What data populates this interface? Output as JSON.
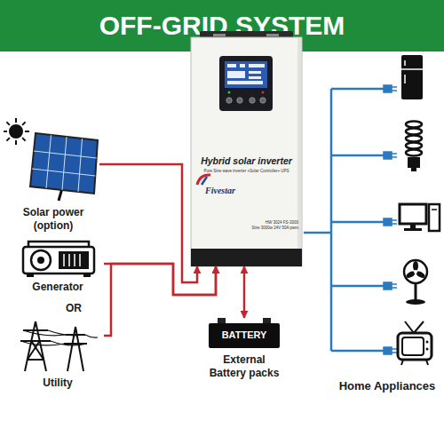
{
  "diagram": {
    "title": "OFF-GRID SYSTEM",
    "nodes": [
      {
        "text": [
          "Solar power (option)"
        ]
      },
      {
        "text": [
          "Generator"
        ]
      },
      {
        "text": [
          "Utility"
        ]
      },
      {
        "text": [
          "Hybrid solar inverter",
          "Pure Sine wave inverter +Solar Controller+ UPS",
          "Fivestar",
          "HW 3024 FS-3000",
          "Sine 3000w 24V 50A pwm"
        ]
      },
      {
        "text": [
          "BATTERY",
          "External Battery packs"
        ]
      },
      {
        "text": [
          "Home Appliances"
        ]
      }
    ],
    "edges": [
      {
        "from": 0,
        "to": 3,
        "arrow": "to"
      },
      {
        "from": 1,
        "to": 3,
        "arrow": "to"
      },
      {
        "from": 2,
        "to": 3,
        "arrow": "to"
      },
      {
        "from": 4,
        "to": 3,
        "arrow": "both"
      },
      {
        "from": 3,
        "to": 5,
        "arrow": "none"
      }
    ],
    "labels": [
      "OR"
    ]
  }
}
